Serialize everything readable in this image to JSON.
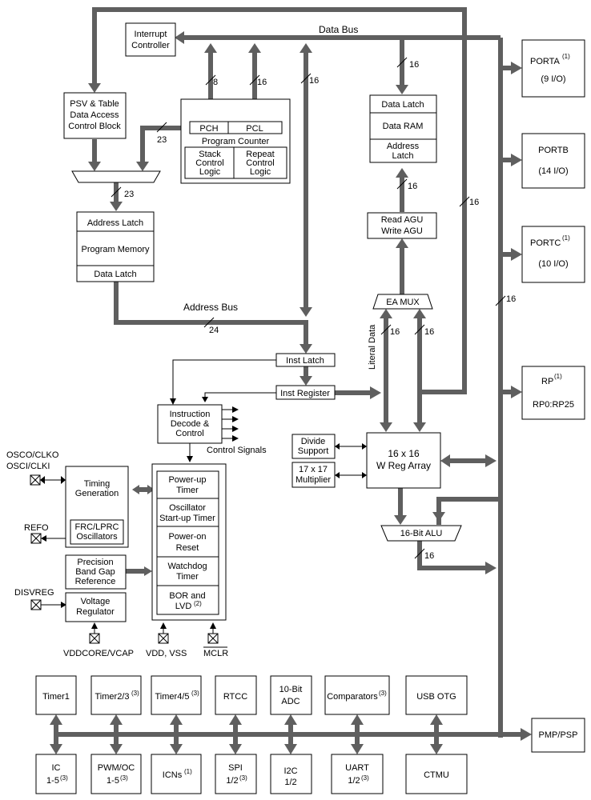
{
  "buses": {
    "data_bus": "Data Bus",
    "address_bus": "Address Bus",
    "literal_data": "Literal Data",
    "control_signals": "Control Signals"
  },
  "widths": {
    "w8": "8",
    "w16": "16",
    "w23": "23",
    "w24": "24"
  },
  "blocks": {
    "interrupt_controller": [
      "Interrupt",
      "Controller"
    ],
    "psv": [
      "PSV & Table",
      "Data Access",
      "Control Block"
    ],
    "pch": "PCH",
    "pcl": "PCL",
    "program_counter": "Program Counter",
    "stack_control": [
      "Stack",
      "Control",
      "Logic"
    ],
    "repeat_control": [
      "Repeat",
      "Control",
      "Logic"
    ],
    "address_latch": "Address Latch",
    "program_memory": "Program Memory",
    "data_latch": "Data Latch",
    "data_ram": "Data RAM",
    "data_address_latch": [
      "Address",
      "Latch"
    ],
    "agu": [
      "Read AGU",
      "Write AGU"
    ],
    "ea_mux": "EA MUX",
    "inst_latch": "Inst Latch",
    "inst_register": "Inst Register",
    "inst_decode": [
      "Instruction",
      "Decode &",
      "Control"
    ],
    "divide_support": [
      "Divide",
      "Support"
    ],
    "multiplier": [
      "17 x 17",
      "Multiplier"
    ],
    "w_reg": [
      "16 x 16",
      "W Reg Array"
    ],
    "alu": "16-Bit ALU",
    "timing_generation": [
      "Timing",
      "Generation"
    ],
    "frc": [
      "FRC/LPRC",
      "Oscillators"
    ],
    "bandgap": [
      "Precision",
      "Band Gap",
      "Reference"
    ],
    "voltage_regulator": [
      "Voltage",
      "Regulator"
    ],
    "powerup_timer": [
      "Power-up",
      "Timer"
    ],
    "ost": [
      "Oscillator",
      "Start-up Timer"
    ],
    "por": [
      "Power-on",
      "Reset"
    ],
    "wdt": [
      "Watchdog",
      "Timer"
    ],
    "bor": [
      "BOR and",
      "LVD"
    ],
    "bor_note": "(2)"
  },
  "pins": {
    "osco": "OSCO/CLKO",
    "osci": "OSCI/CLKI",
    "refo": "REFO",
    "disvreg": "DISVREG",
    "vddcore": "VDDCORE/VCAP",
    "vdd": "VDD, VSS",
    "mclr": "MCLR"
  },
  "ports": [
    {
      "name": "PORTA",
      "note": "(1)",
      "desc": "(9 I/O)"
    },
    {
      "name": "PORTB",
      "note": "",
      "desc": "(14 I/O)"
    },
    {
      "name": "PORTC",
      "note": "(1)",
      "desc": "(10 I/O)"
    },
    {
      "name": "RP",
      "note": "(1)",
      "desc": "RP0:RP25"
    }
  ],
  "peripherals_top": [
    {
      "label": "Timer1",
      "note": ""
    },
    {
      "label": "Timer2/3",
      "note": "(3)"
    },
    {
      "label": "Timer4/5",
      "note": "(3)"
    },
    {
      "label": "RTCC",
      "note": ""
    },
    {
      "label": "10-Bit",
      "label2": "ADC",
      "note": ""
    },
    {
      "label": "Comparators",
      "note": "(3)"
    },
    {
      "label": "USB OTG",
      "note": ""
    }
  ],
  "peripherals_bottom": [
    {
      "label": "IC",
      "label2": "1-5",
      "note": "(3)"
    },
    {
      "label": "PWM/OC",
      "label2": "1-5",
      "note": "(3)"
    },
    {
      "label": "ICNs",
      "note": "(1)"
    },
    {
      "label": "SPI",
      "label2": "1/2",
      "note": "(3)"
    },
    {
      "label": "I2C",
      "label2": "1/2",
      "note": ""
    },
    {
      "label": "UART",
      "label2": "1/2",
      "note": "(3)"
    },
    {
      "label": "CTMU",
      "note": ""
    }
  ],
  "pmp": "PMP/PSP"
}
